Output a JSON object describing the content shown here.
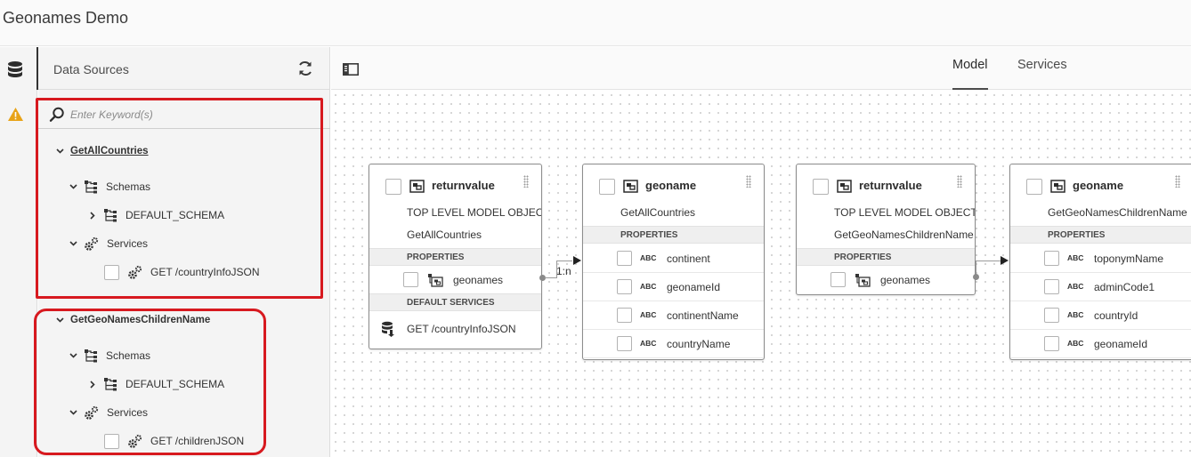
{
  "app": {
    "title": "Geonames Demo"
  },
  "panel": {
    "title": "Data Sources",
    "search_placeholder": "Enter Keyword(s)",
    "sources": [
      {
        "name": "GetAllCountries",
        "schemas_label": "Schemas",
        "schema_name": "DEFAULT_SCHEMA",
        "services_label": "Services",
        "service": "GET /countryInfoJSON"
      },
      {
        "name": "GetGeoNamesChildrenName",
        "schemas_label": "Schemas",
        "schema_name": "DEFAULT_SCHEMA",
        "services_label": "Services",
        "service": "GET /childrenJSON"
      }
    ]
  },
  "tabs": {
    "model": "Model",
    "services": "Services",
    "active": "Model"
  },
  "cards": [
    {
      "name": "returnvalue",
      "lines": [
        "TOP LEVEL MODEL OBJECT",
        "GetAllCountries"
      ],
      "properties_label": "PROPERTIES",
      "properties": [
        "geonames"
      ],
      "default_services_label": "DEFAULT SERVICES",
      "default_service": "GET /countryInfoJSON"
    },
    {
      "name": "geoname",
      "lines": [
        "GetAllCountries"
      ],
      "properties_label": "PROPERTIES",
      "type_badge": "ABC",
      "properties": [
        "continent",
        "geonameId",
        "continentName",
        "countryName"
      ]
    },
    {
      "name": "returnvalue",
      "lines": [
        "TOP LEVEL MODEL OBJECT",
        "GetGeoNamesChildrenName"
      ],
      "properties_label": "PROPERTIES",
      "properties": [
        "geonames"
      ]
    },
    {
      "name": "geoname",
      "lines": [
        "GetGeoNamesChildrenName"
      ],
      "properties_label": "PROPERTIES",
      "type_badge": "ABC",
      "properties": [
        "toponymName",
        "adminCode1",
        "countryId",
        "geonameId"
      ]
    }
  ],
  "relation_label": "1:n",
  "colors": {
    "highlight": "#d7191f",
    "warning": "#e8a317"
  },
  "icons": [
    "database-icon",
    "warning-icon",
    "refresh-icon",
    "search-icon",
    "schema-icon",
    "gear-icon",
    "panel-toggle-icon",
    "model-object-icon",
    "service-get-icon",
    "drag-handle-icon"
  ]
}
